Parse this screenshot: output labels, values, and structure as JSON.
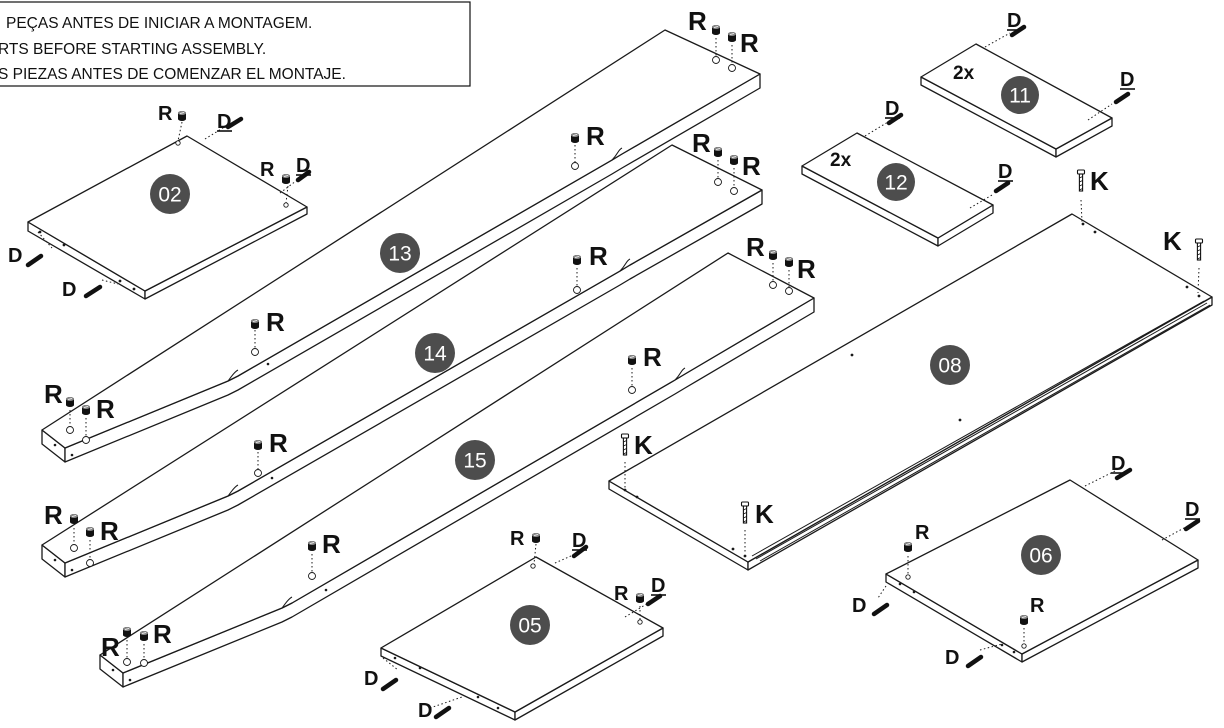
{
  "notice": {
    "line1": "PEÇAS ANTES DE INICIAR A MONTAGEM.",
    "line2": "RTS BEFORE STARTING ASSEMBLY.",
    "line3": "S PIEZAS ANTES DE COMENZAR EL MONTAJE."
  },
  "parts": {
    "p02": "02",
    "p05": "05",
    "p06": "06",
    "p08": "08",
    "p11": "11",
    "p12": "12",
    "p13": "13",
    "p14": "14",
    "p15": "15"
  },
  "quantities": {
    "p11": "2x",
    "p12": "2x"
  },
  "hardware": {
    "cam": "R",
    "dowel": "D",
    "screw": "K"
  },
  "colors": {
    "badge": "#4d4d4d",
    "line": "#1a1a1a"
  }
}
